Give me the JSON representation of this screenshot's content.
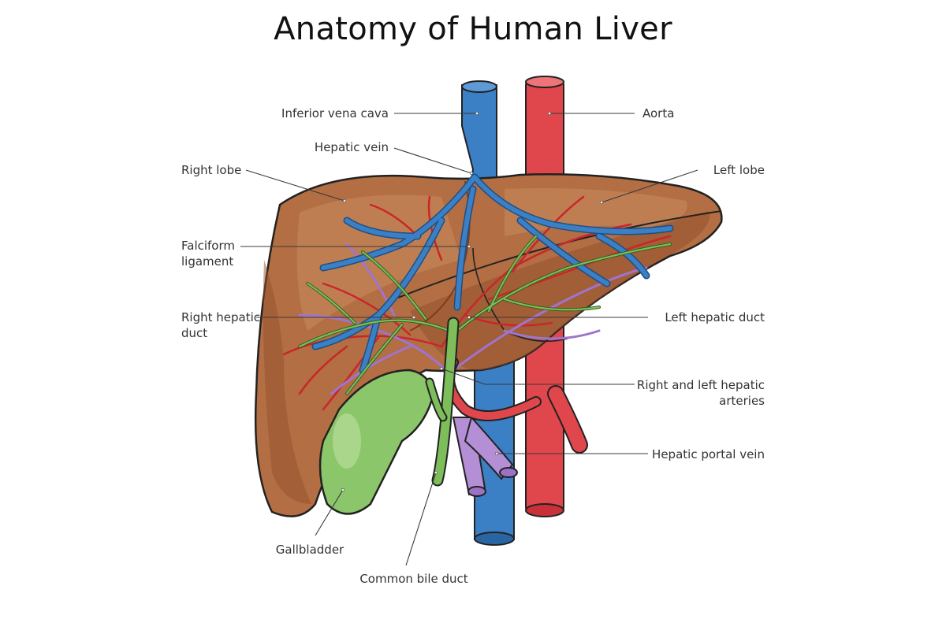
{
  "title": "Anatomy of Human Liver",
  "labels": {
    "inferior_vena_cava": "Inferior vena cava",
    "aorta": "Aorta",
    "hepatic_vein": "Hepatic vein",
    "right_lobe": "Right lobe",
    "left_lobe": "Left lobe",
    "falciform_1": "Falciform",
    "falciform_2": "ligament",
    "right_hepatic_duct_1": "Right hepatic",
    "right_hepatic_duct_2": "duct",
    "left_hepatic_duct": "Left hepatic duct",
    "arteries_1": "Right and left hepatic",
    "arteries_2": "arteries",
    "portal_vein": "Hepatic portal vein",
    "gallbladder": "Gallbladder",
    "common_bile_duct": "Common bile duct"
  },
  "colors": {
    "liver": "#b36e44",
    "liver_dark": "#94522c",
    "liver_light": "#c98c5f",
    "vein_blue": "#3b7fc4",
    "aorta_red": "#e0474c",
    "artery_red": "#c9262b",
    "bile_green": "#7dbd5a",
    "gallbladder": "#8cc66b",
    "portal_purple": "#b48fd6"
  }
}
